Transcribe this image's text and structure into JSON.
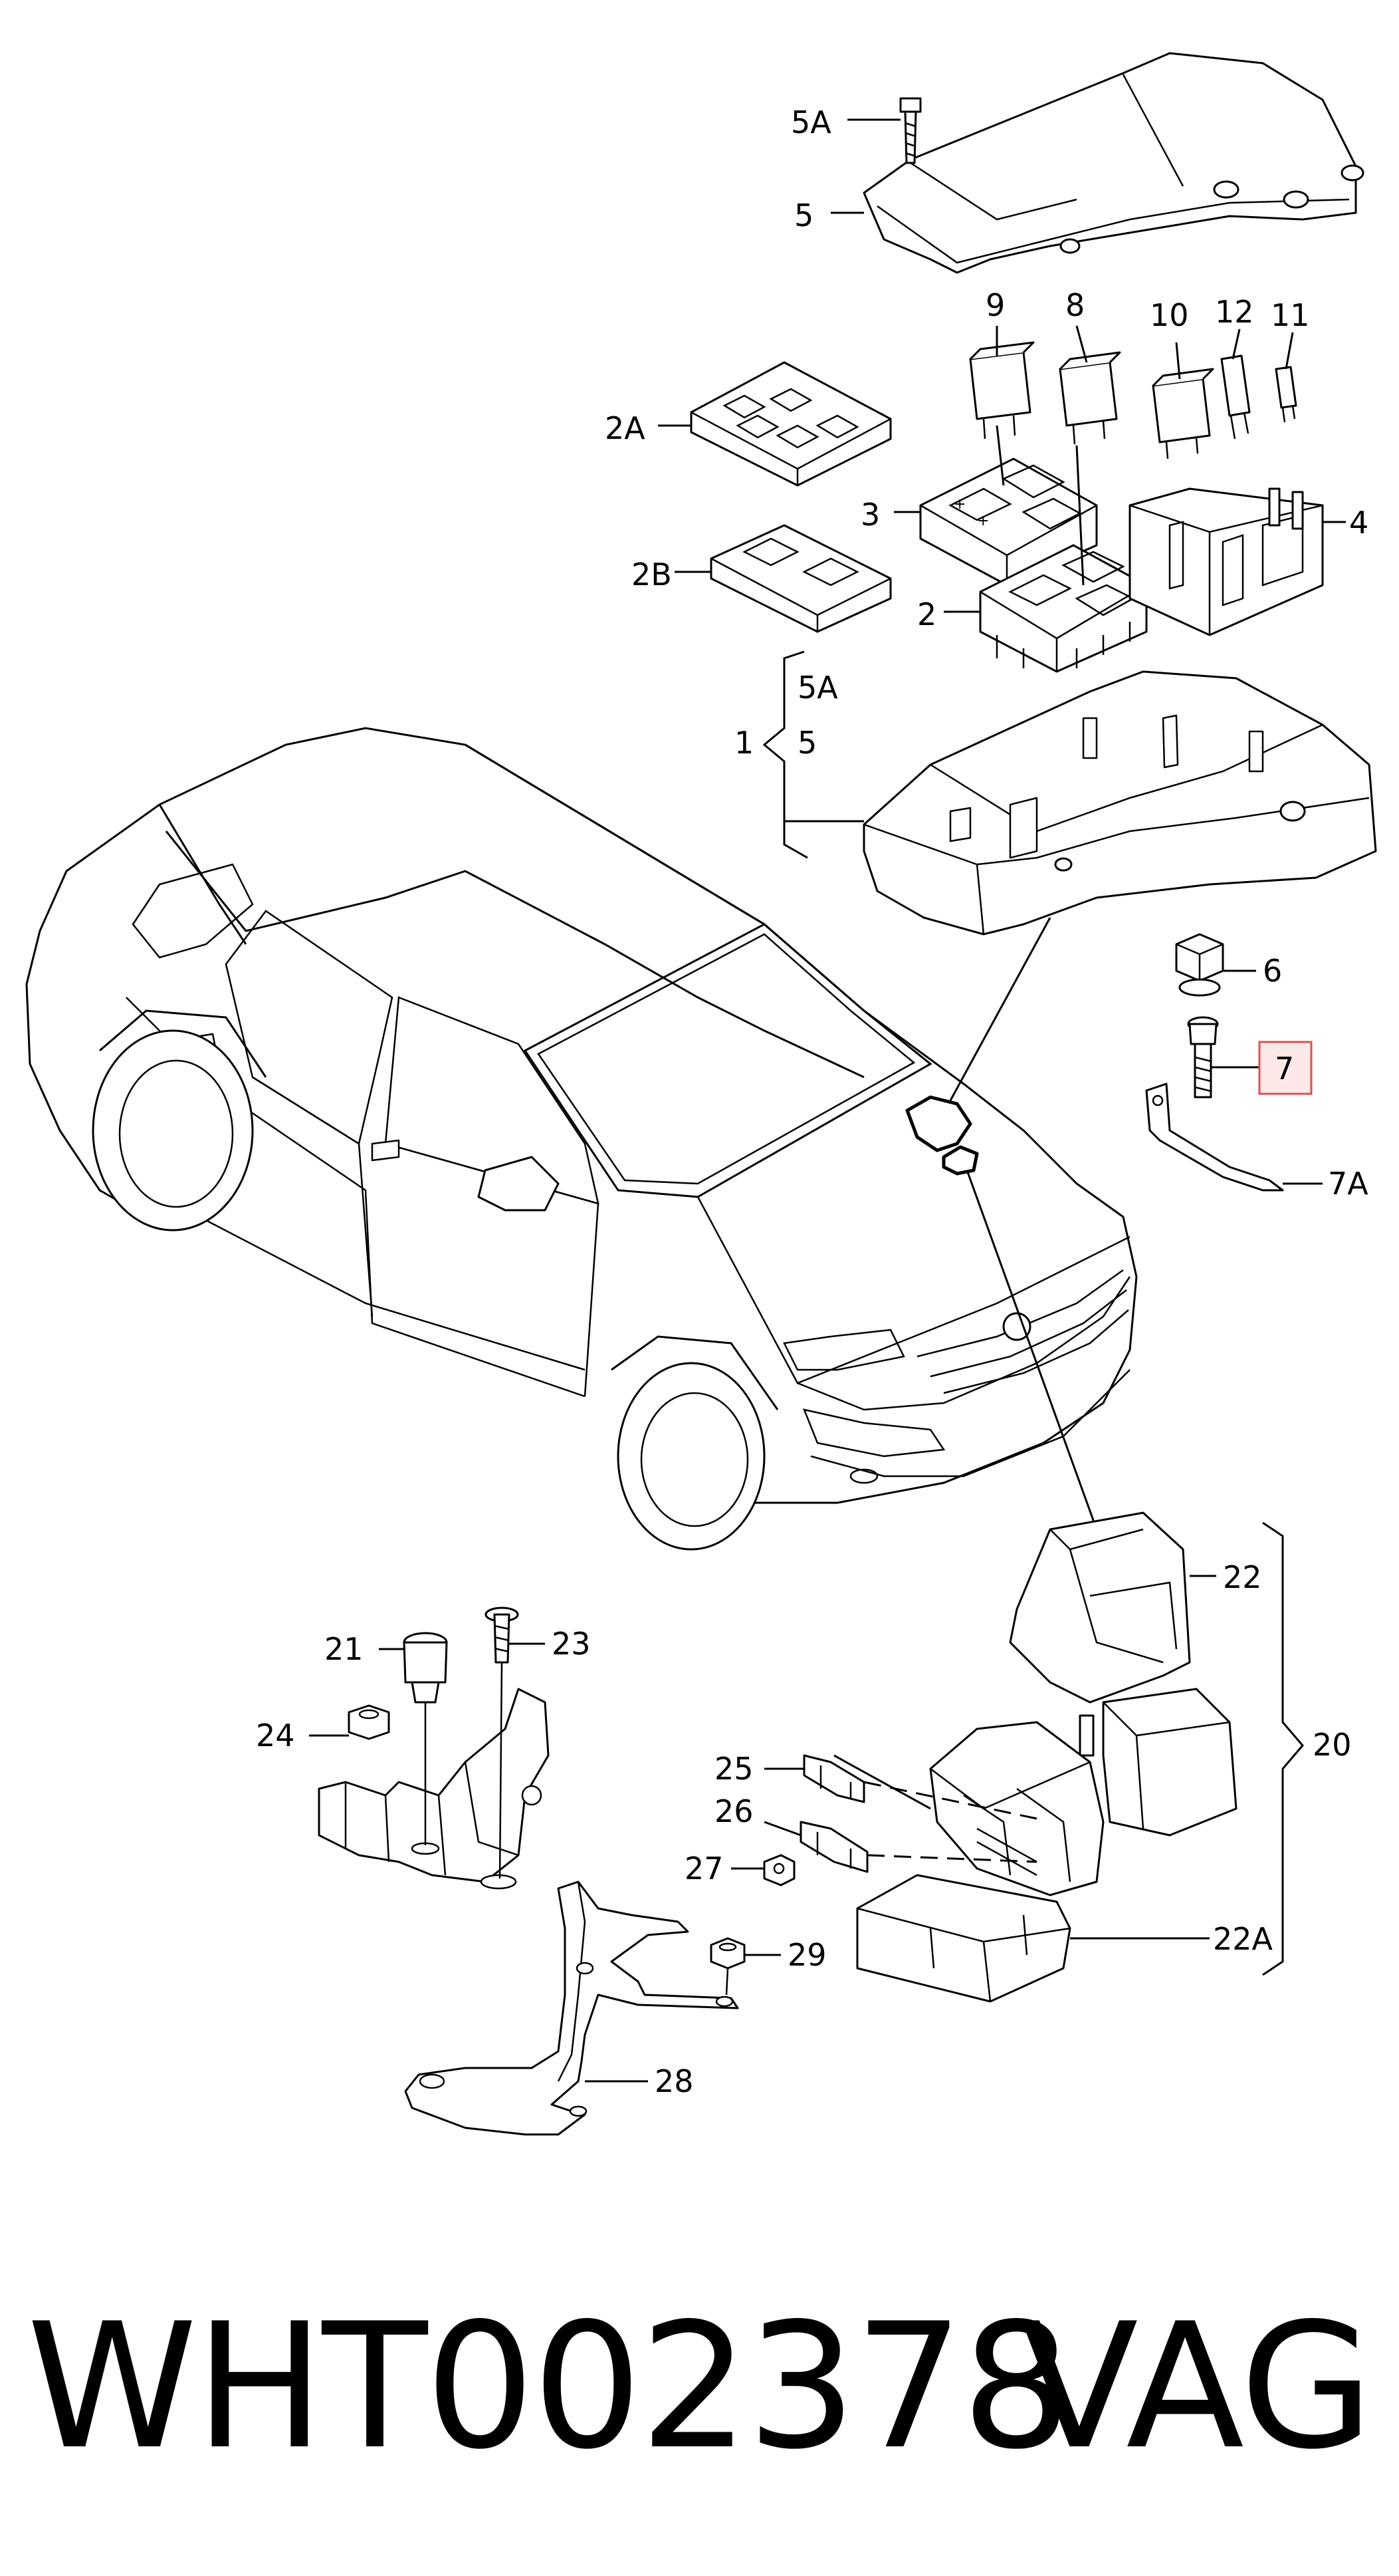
{
  "callouts": {
    "c5A_top": "5A",
    "c5_top": "5",
    "c9": "9",
    "c8": "8",
    "c10": "10",
    "c12": "12",
    "c11": "11",
    "c2A": "2A",
    "c3": "3",
    "c4": "4",
    "c2B": "2B",
    "c2": "2",
    "c5A_mid": "5A",
    "c1": "1",
    "c5_mid": "5",
    "c6": "6",
    "c7": "7",
    "c7A": "7A",
    "c22": "22",
    "c21": "21",
    "c23": "23",
    "c24": "24",
    "c20": "20",
    "c25": "25",
    "c26": "26",
    "c27": "27",
    "c22A": "22A",
    "c29": "29",
    "c28": "28"
  },
  "highlight_color": "#e05050",
  "highlight_fill": "#fde8e8",
  "footer": {
    "part_number": "WHT002378",
    "brand": "VAG"
  }
}
